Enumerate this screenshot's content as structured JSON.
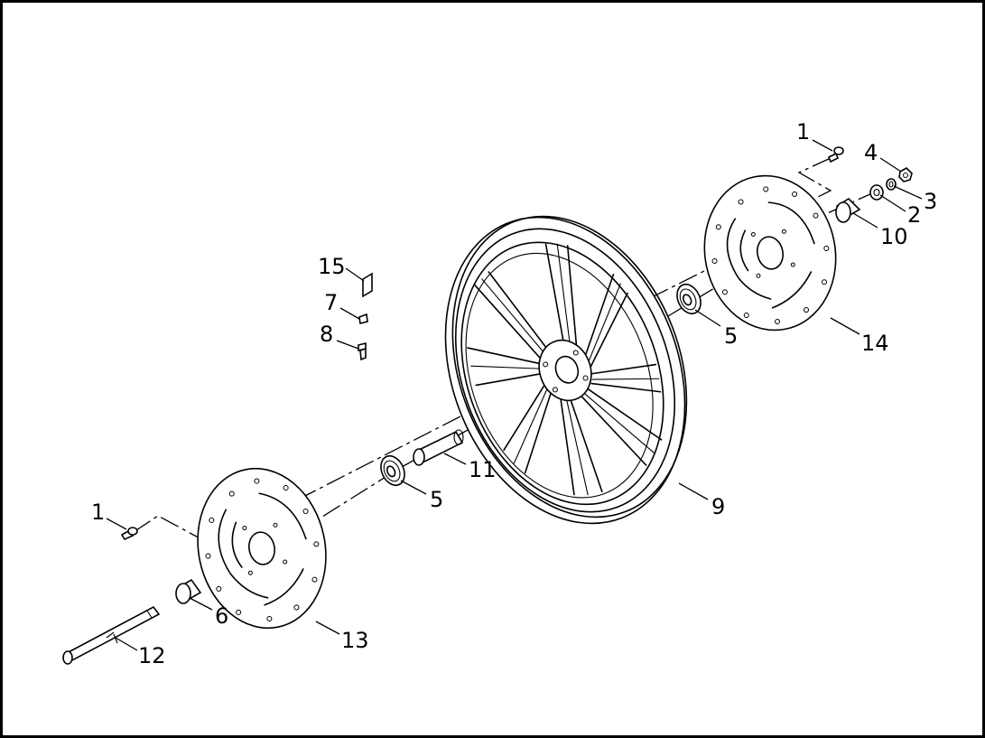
{
  "callouts": {
    "c1a": "1",
    "c4": "4",
    "c3": "3",
    "c2": "2",
    "c10": "10",
    "c15": "15",
    "c7": "7",
    "c8": "8",
    "c5a": "5",
    "c14": "14",
    "c11": "11",
    "c5b": "5",
    "c9": "9",
    "c1b": "1",
    "c6": "6",
    "c13": "13",
    "c12": "12"
  },
  "colors": {
    "line": "#000000",
    "background": "#ffffff"
  }
}
